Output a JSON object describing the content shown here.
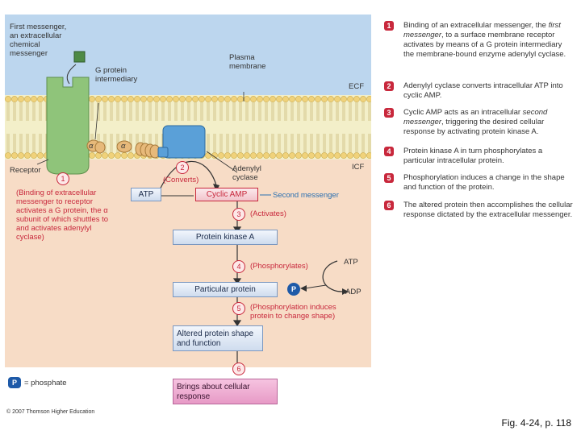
{
  "figure": {
    "labels": {
      "first_messenger": "First messenger, an extracellular chemical messenger",
      "g_protein": "G protein intermediary",
      "plasma_membrane": "Plasma membrane",
      "ecf": "ECF",
      "icf": "ICF",
      "receptor": "Receptor",
      "adenylyl_cyclase": "Adenylyl cyclase",
      "alpha": "α",
      "second_messenger": "Second messenger",
      "atp_right": "ATP",
      "adp": "ADP",
      "copyright": "© 2007 Thomson Higher Education"
    },
    "inner_notes": {
      "n1_paren": "(Binding of extracellular messenger to receptor activates a G protein, the α subunit of which shuttles to and activates adenylyl cyclase)",
      "n2_paren": "(Converts)",
      "n3_paren": "(Activates)",
      "n4_paren": "(Phosphorylates)",
      "n5_paren": "(Phosphorylation induces protein to change shape)"
    },
    "boxes": {
      "atp": "ATP",
      "camp": "Cyclic AMP",
      "pka": "Protein kinase A",
      "particular": "Particular protein",
      "altered": "Altered protein shape and function",
      "response": "Brings about cellular response"
    },
    "phosphate_marker": "P",
    "legend_text": "= phosphate",
    "badges": [
      "1",
      "2",
      "3",
      "4",
      "5",
      "6"
    ]
  },
  "steps": [
    {
      "num": "1",
      "pre": "Binding of an extracellular messenger, the ",
      "em": "first messenger",
      "post": ", to a surface membrane receptor activates by means of a G protein intermediary the membrane-bound enzyme adenylyl cyclase."
    },
    {
      "num": "2",
      "pre": "Adenylyl cyclase converts intracellular ATP into cyclic AMP.",
      "em": "",
      "post": ""
    },
    {
      "num": "3",
      "pre": "Cyclic AMP acts as an intracellular ",
      "em": "second messenger",
      "post": ", triggering the desired cellular response by activating protein kinase A."
    },
    {
      "num": "4",
      "pre": "Protein kinase A in turn phosphorylates a particular intracellular protein.",
      "em": "",
      "post": ""
    },
    {
      "num": "5",
      "pre": "Phosphorylation induces a change in the shape and function of the protein.",
      "em": "",
      "post": ""
    },
    {
      "num": "6",
      "pre": "The altered protein then accomplishes the cellular response dictated by the extracellular messenger.",
      "em": "",
      "post": ""
    }
  ],
  "caption": "Fig. 4-24, p. 118",
  "colors": {
    "ecf_bg": "#bcd6ee",
    "icf_bg": "#f7dcc6",
    "receptor": "#8fc47a",
    "enzyme": "#5aa0d8",
    "accent_red": "#c8283c",
    "phosphate": "#1e5aa8",
    "response_box": "#e79ac6"
  }
}
